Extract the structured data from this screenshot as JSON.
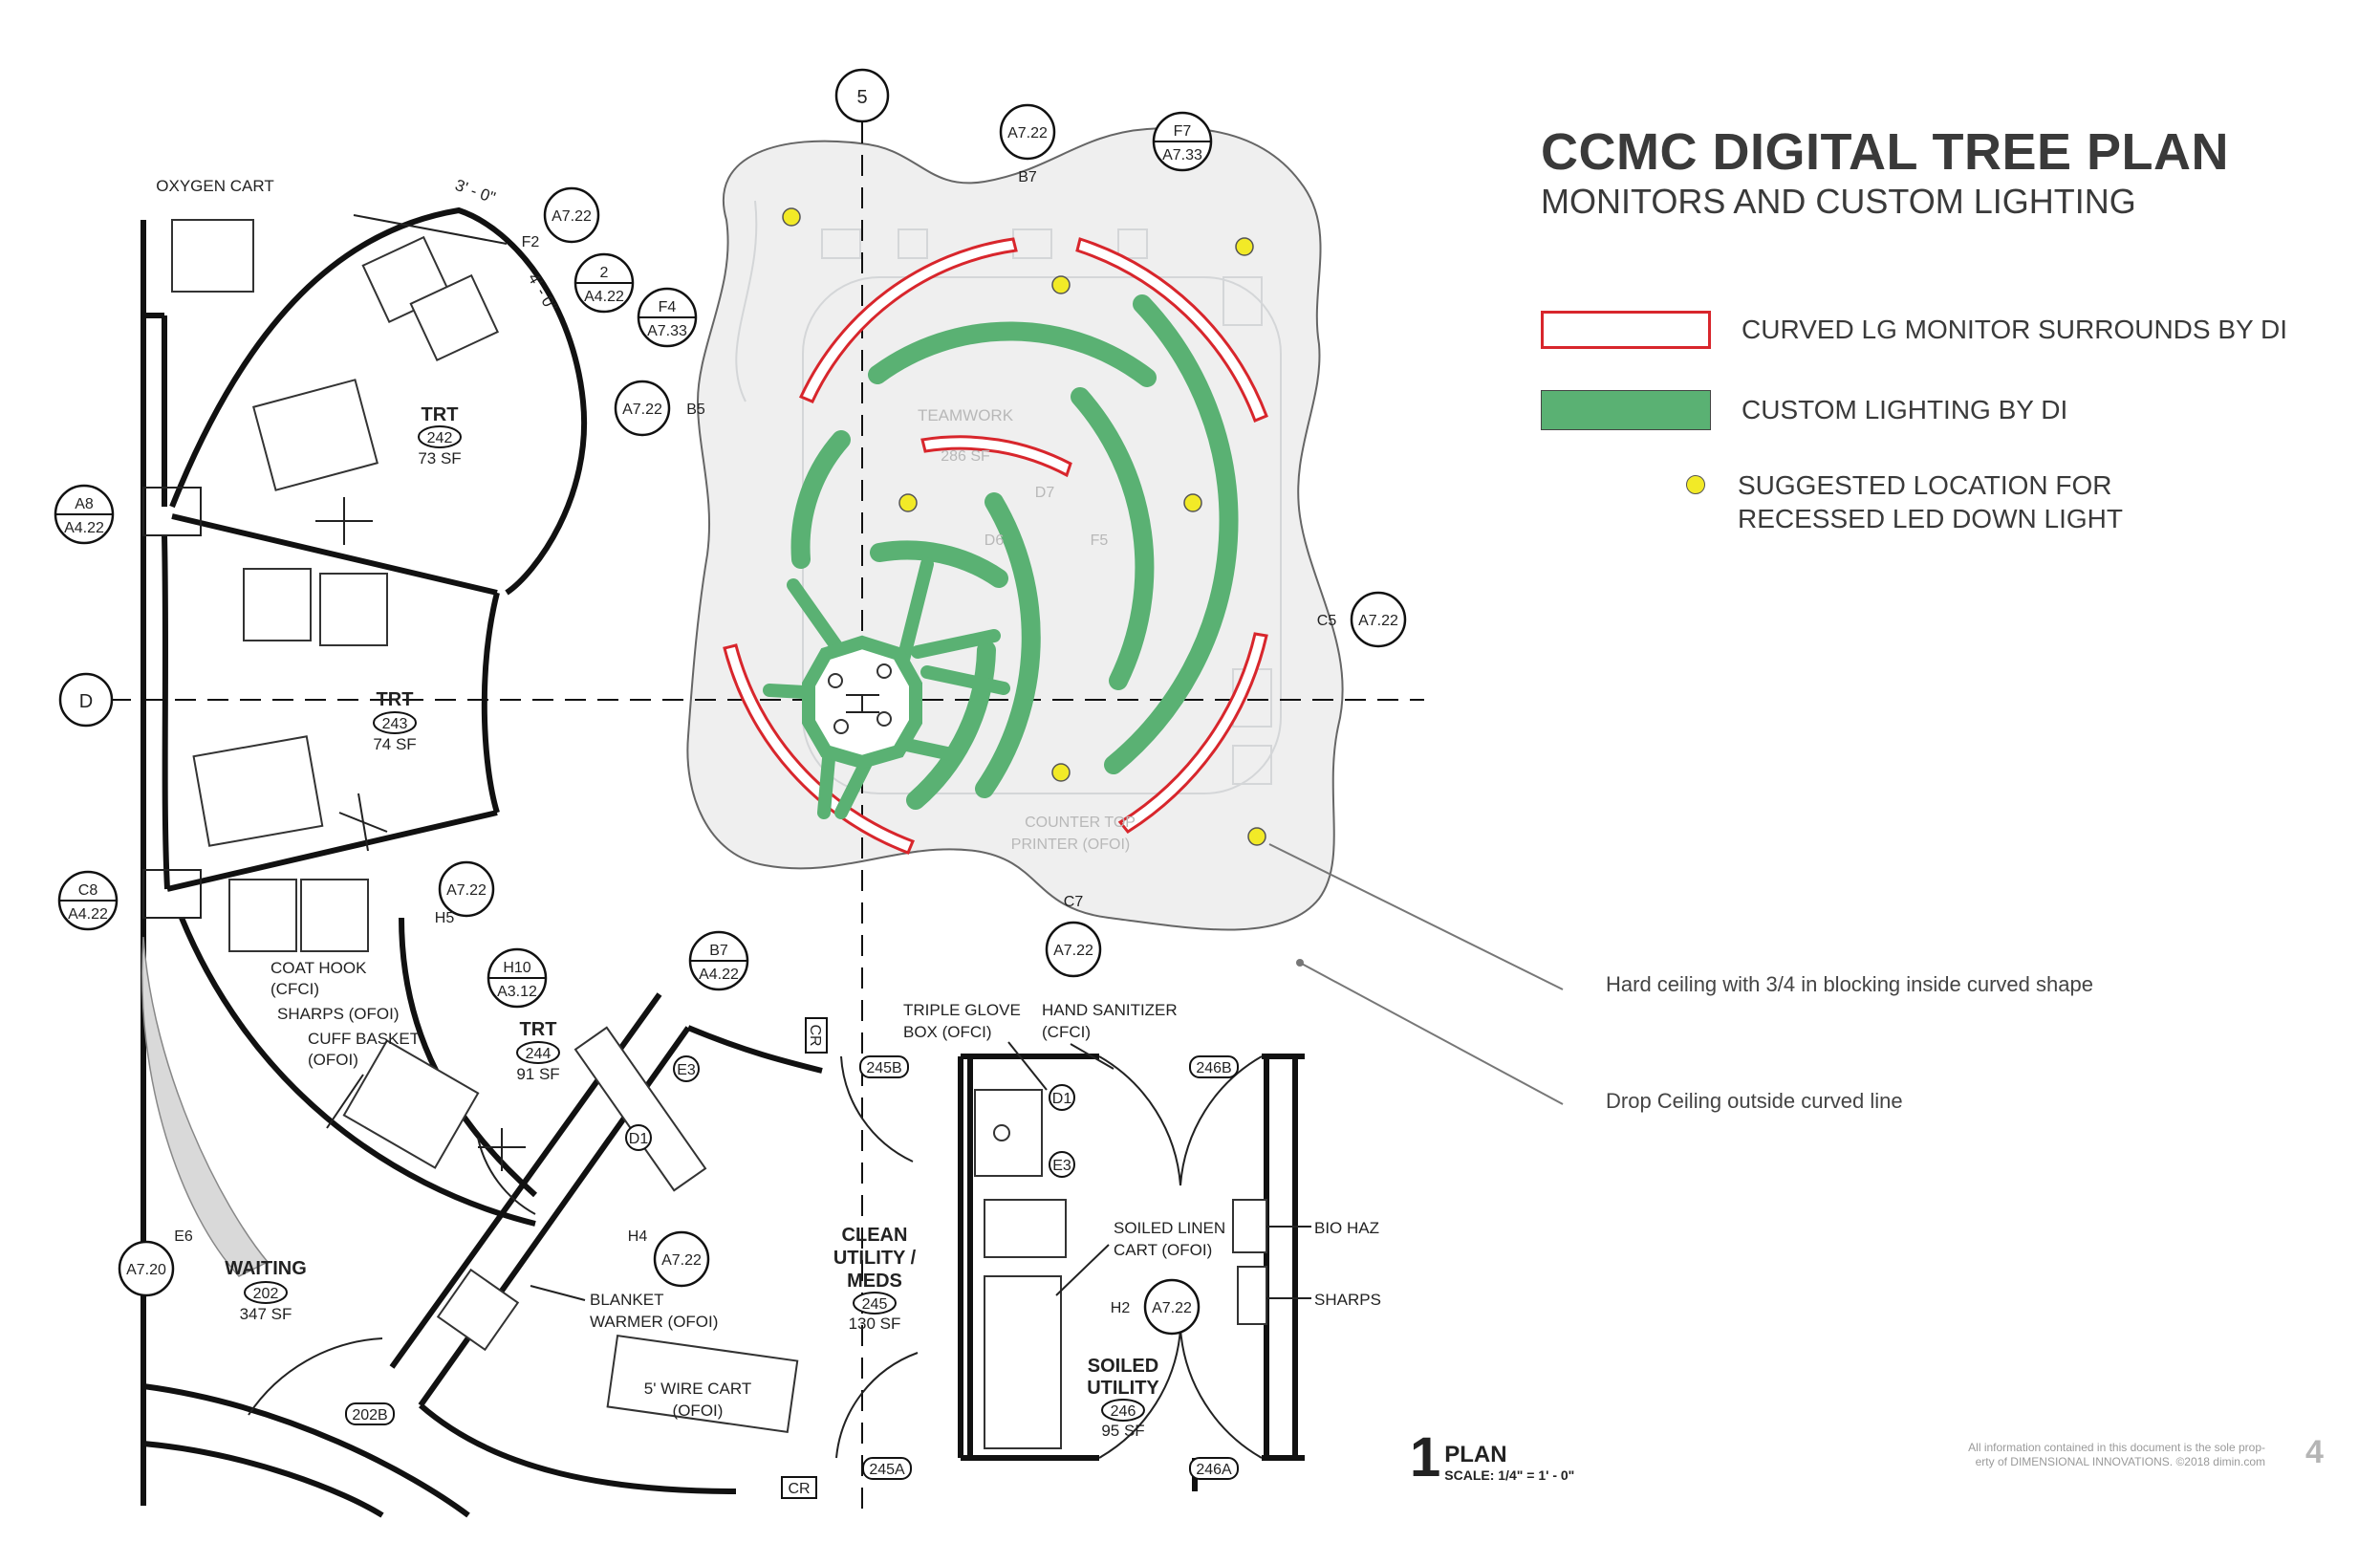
{
  "header": {
    "title": "CCMC DIGITAL TREE PLAN",
    "subtitle": "MONITORS AND CUSTOM LIGHTING"
  },
  "legend": {
    "monitor_label": "CURVED LG MONITOR SURROUNDS BY DI",
    "lighting_label": "CUSTOM LIGHTING BY DI",
    "downlight_line1": "SUGGESTED LOCATION FOR",
    "downlight_line2": "RECESSED LED DOWN LIGHT"
  },
  "colors": {
    "monitor_stroke": "#d8262c",
    "lighting_fill": "#5ab173",
    "downlight_fill": "#f2ea27",
    "ceiling_fill": "#efefef"
  },
  "callouts": {
    "hard_ceiling": "Hard ceiling with 3/4 in blocking inside curved shape",
    "drop_ceiling": "Drop Ceiling outside curved line"
  },
  "grid": {
    "col_5": "5",
    "row_d": "D"
  },
  "rooms": {
    "trt242": {
      "name": "TRT",
      "num": "242",
      "area": "73 SF"
    },
    "trt243": {
      "name": "TRT",
      "num": "243",
      "area": "74 SF"
    },
    "trt244": {
      "name": "TRT",
      "num": "244",
      "area": "91 SF"
    },
    "waiting": {
      "name": "WAITING",
      "num": "202",
      "area": "347 SF"
    },
    "clean_line1": "CLEAN",
    "clean_line2": "UTILITY /",
    "clean_line3": "MEDS",
    "clean_num": "245",
    "clean_area": "130 SF",
    "soiled_line1": "SOILED",
    "soiled_line2": "UTILITY",
    "soiled_num": "246",
    "soiled_area": "95 SF",
    "teamwork": "TEAMWORK",
    "teamwork_area": "286 SF",
    "printer_line1": "COUNTER TOP",
    "printer_line2": "PRINTER  (OFOI)"
  },
  "notes": {
    "oxygen_cart": "OXYGEN CART",
    "coat_hook": "COAT HOOK",
    "coat_hook2": "(CFCI)",
    "sharps_ofoi": "SHARPS  (OFOI)",
    "cuff_basket": "CUFF BASKET",
    "cuff_basket2": "(OFOI)",
    "blanket_warmer": "BLANKET",
    "blanket_warmer2": "WARMER  (OFOI)",
    "wire_cart": "5' WIRE CART",
    "wire_cart2": "(OFOI)",
    "triple_glove": "TRIPLE GLOVE",
    "triple_glove2": "BOX  (OFCI)",
    "hand_sanitizer": "HAND SANITIZER",
    "hand_sanitizer2": "(CFCI)",
    "soiled_linen": "SOILED LINEN",
    "soiled_linen2": "CART  (OFOI)",
    "bio_haz": "BIO HAZ",
    "sharps": "SHARPS",
    "dim1": "3' - 0\"",
    "dim2": "4' - 0\""
  },
  "tags": {
    "a722": "A7.22",
    "a720": "A7.20",
    "a422": "A4.22",
    "a733": "A7.33",
    "a312": "A3.12",
    "a8": "A8",
    "c8": "C8",
    "b7": "B7",
    "f7": "F7",
    "f4": "F4",
    "h10": "H10",
    "c7": "C7",
    "two": "2",
    "f2": "F2",
    "b5": "B5",
    "c5": "C5",
    "e6": "E6",
    "h4": "H4",
    "h2": "H2",
    "h5": "H5",
    "d7": "D7",
    "d6": "D6",
    "f5": "F5",
    "d1": "D1",
    "e3": "E3",
    "d245b": "245B",
    "d246b": "246B",
    "d245a": "245A",
    "d246a": "246A",
    "d202b": "202B",
    "cr": "CR"
  },
  "plan_label": {
    "number": "1",
    "title": "PLAN",
    "scale": "SCALE: 1/4\" = 1' - 0\""
  },
  "footer": {
    "copyright_line1": "All information contained in this document is the sole prop-",
    "copyright_line2": "erty of DIMENSIONAL INNOVATIONS. ©2018 dimin.com",
    "page_number": "4"
  }
}
